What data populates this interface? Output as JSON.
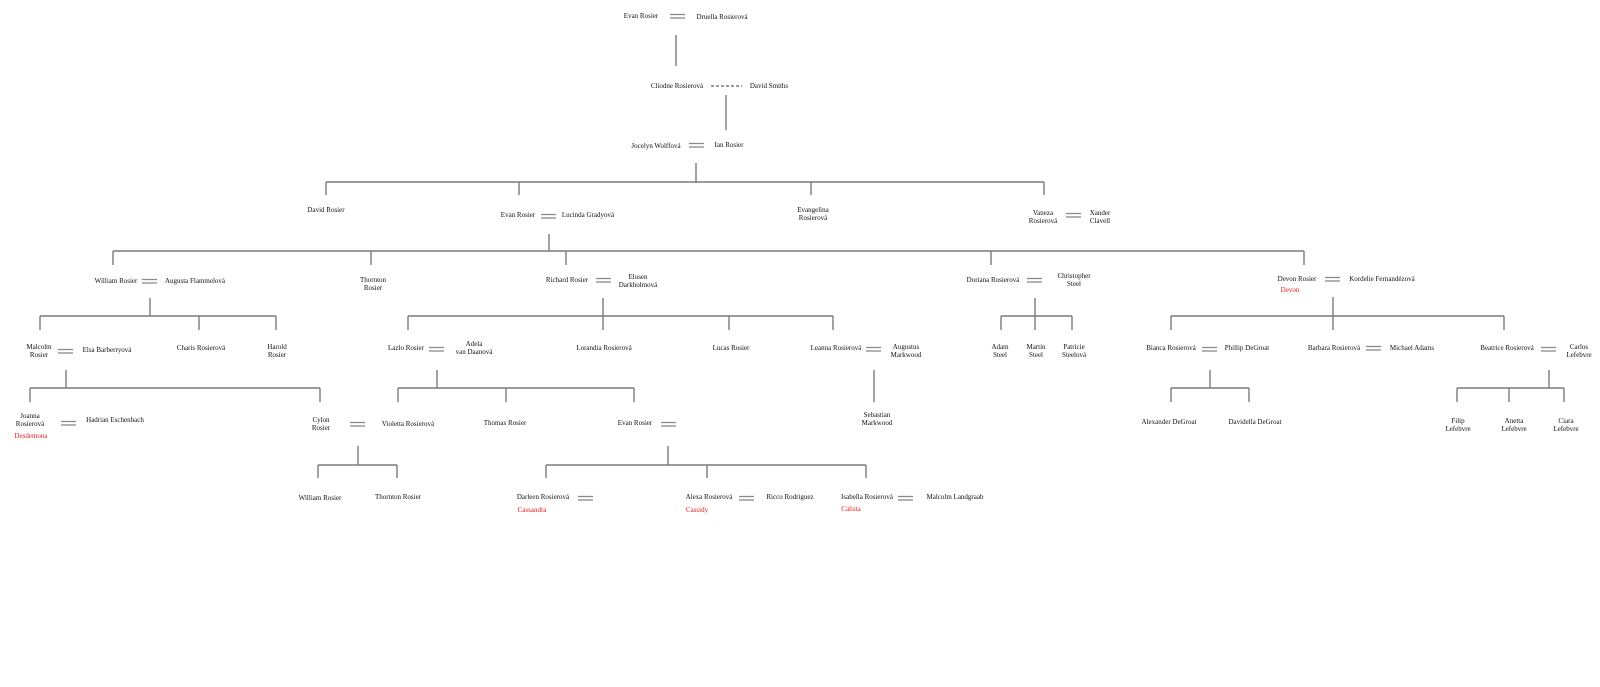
{
  "people": {
    "evan_rosier_1": "Evan Rosier",
    "druella": "Druella Rosierová",
    "cliodne": "Cliodne Rosierová",
    "david_smiths": "David Smiths",
    "jocelyn": "Jocelyn Wolffová",
    "ian": "Ian Rosier",
    "david_rosier": "David Rosier",
    "evan_rosier_2": "Evan Rosier",
    "lucinda": "Lucinda Gradyová",
    "evangelina": "Evangelina\nRosierová",
    "vaneza": "Vaneza\nRosierová",
    "xander": "Xander\nClavell",
    "william_1": "William Rosier",
    "augusta": "Augusta Flammelová",
    "thornton_1": "Thornton\nRosier",
    "richard": "Richard Rosier",
    "elusen": "Elusen\nDarkholmová",
    "doriana": "Doriana Rosierová",
    "christopher": "Christopher\nSteel",
    "devon": "Devon Rosier",
    "kordelie": "Kordelie Fernandézová",
    "malcolm_1": "Malcolm\nRosier",
    "elsa": "Elsa Barberryová",
    "charis": "Charis Rosierová",
    "harold": "Harold\nRosier",
    "lazlo": "Lazlo Rosier",
    "adela": "Adela\nvan Daanová",
    "lorandia": "Lorandia Rosierová",
    "lucas": "Lucas Rosier",
    "leanna": "Leanna Rosierová",
    "augustus": "Augustus\nMarkwood",
    "adam": "Adam\nSteel",
    "martin": "Martin\nSteel",
    "patricie": "Patricie\nSteelová",
    "bianca": "Bianca Rosierová",
    "phillip": "Phillip DeGroat",
    "barbara": "Barbara Rosierová",
    "michael": "Michael Adams",
    "beatrice": "Beatrice Rosierová",
    "carlos": "Carlos\nLefebvre",
    "joanna": "Joanna\nRosierová",
    "hadrian": "Hadrian Eschenbach",
    "cylon": "Cylon\nRosier",
    "violetta": "Violetta Rosierová",
    "thomas": "Thomas Rosier",
    "evan_rosier_3": "Evan Rosier",
    "sebastian": "Sebastian\nMarkwood",
    "alexander": "Alexander DeGroat",
    "davidella": "Davidella DeGroat",
    "filip": "Filip\nLefebvre",
    "anetta": "Anetta\nLefebvre",
    "ciara": "Ciara\nLefebvre",
    "william_2": "William Rosier",
    "thornton_2": "Thornton Rosier",
    "darleen": "Darleen Rosierová",
    "alexa": "Alexa Rosierová",
    "ricco": "Ricco Rodriguez",
    "isabella": "Isabella Rosierová",
    "malcolm_2": "Malcolm Landgraab"
  },
  "aliases": {
    "devon": "Devon",
    "joanna": "Desdemona",
    "darleen": "Cassandra",
    "alexa": "Cassidy",
    "isabella": "Calista"
  },
  "colors": {
    "text": "#111111",
    "alias": "#e8191d",
    "line": "#7a7a7a"
  }
}
